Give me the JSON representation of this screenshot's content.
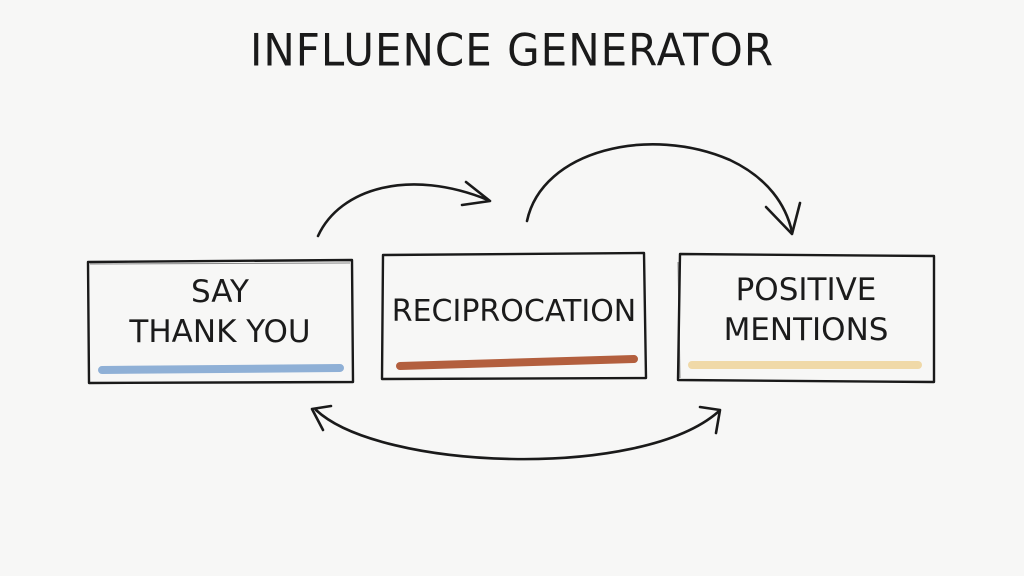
{
  "title": "INFLUENCE GENERATOR",
  "boxes": [
    {
      "line1": "SAY",
      "line2": "THANK YOU",
      "accent_color": "#8fb0d6"
    },
    {
      "line1": "RECIPROCATION",
      "line2": "",
      "accent_color": "#b35f3e"
    },
    {
      "line1": "POSITIVE",
      "line2": "MENTIONS",
      "accent_color": "#f0d9a8"
    }
  ]
}
